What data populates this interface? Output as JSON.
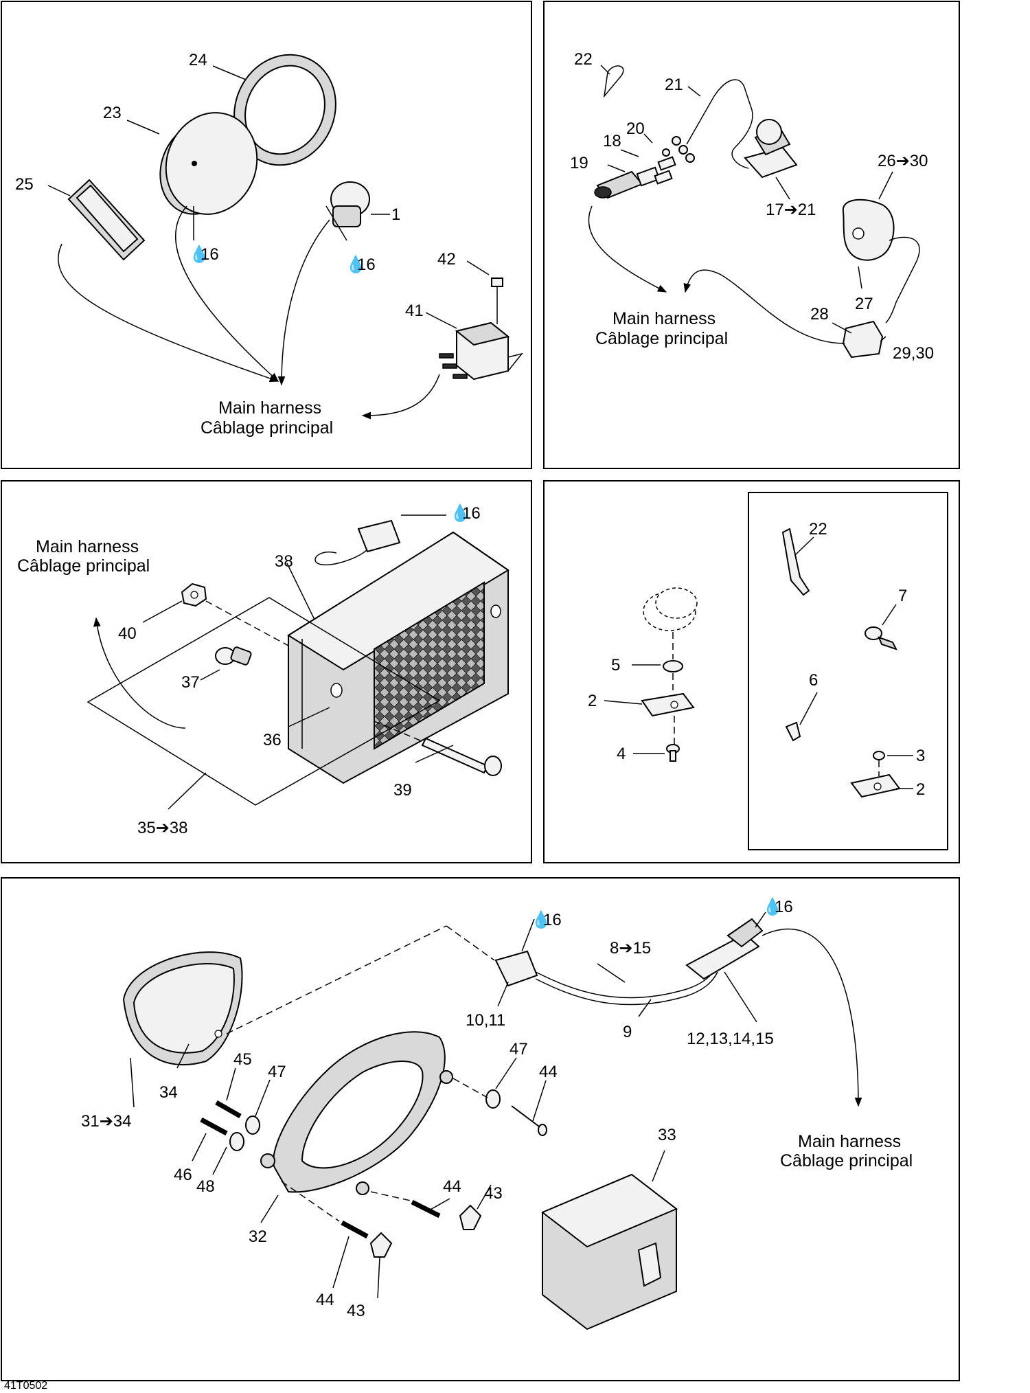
{
  "figure_code": "41T0502",
  "harness_label": {
    "en": "Main harness",
    "fr": "Câblage principal"
  },
  "callouts": {
    "p1": [
      "24",
      "23",
      "25",
      "16",
      "16",
      "1",
      "42",
      "41"
    ],
    "p2": [
      "22",
      "21",
      "20",
      "18",
      "19",
      "26➔30",
      "17➔21",
      "27",
      "28",
      "29,30"
    ],
    "p3": [
      "16",
      "38",
      "40",
      "37",
      "36",
      "39",
      "35➔38"
    ],
    "p4": [
      "5",
      "2",
      "4",
      "22",
      "7",
      "6",
      "3",
      "2"
    ],
    "p5": [
      "16",
      "16",
      "8➔15",
      "10,11",
      "9",
      "12,13,14,15",
      "47",
      "44",
      "45",
      "47",
      "34",
      "31➔34",
      "46",
      "48",
      "33",
      "32",
      "44",
      "43",
      "44",
      "43"
    ]
  },
  "icons": {
    "sealant": "oil-drop-icon",
    "range_arrow": "right-arrow"
  }
}
